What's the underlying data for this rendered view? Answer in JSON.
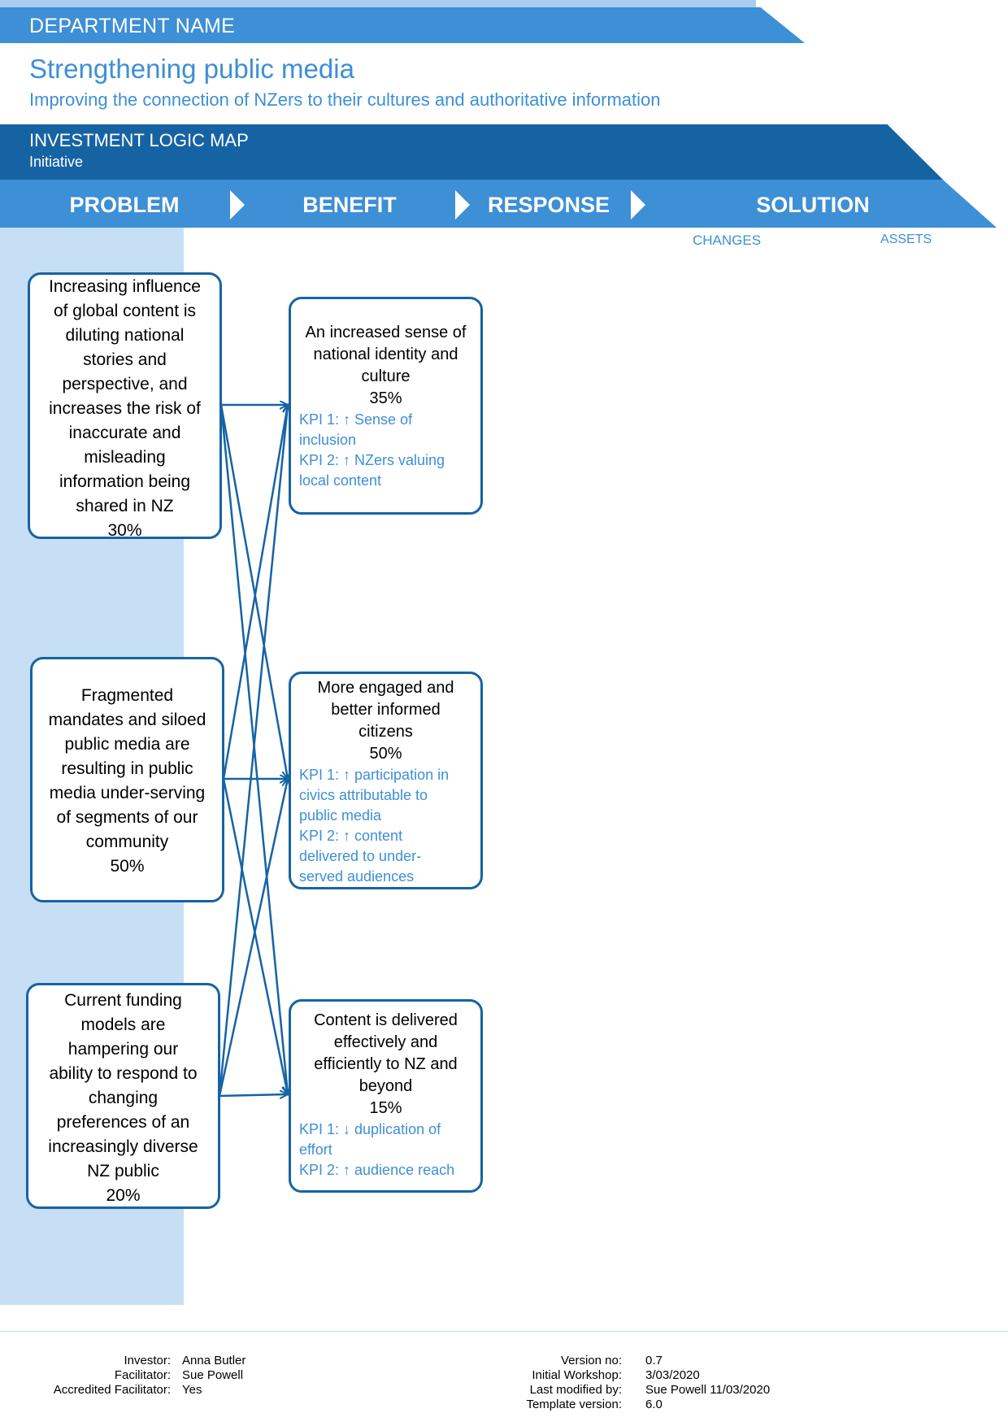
{
  "header": {
    "department": "DEPARTMENT NAME",
    "title": "Strengthening public media",
    "subtitle": "Improving the connection of NZers to their cultures and authoritative information",
    "map_title": "INVESTMENT LOGIC MAP",
    "map_subtitle": "Initiative"
  },
  "columns": {
    "problem": "PROBLEM",
    "benefit": "BENEFIT",
    "response": "RESPONSE",
    "solution": "SOLUTION",
    "changes": "CHANGES",
    "assets": "ASSETS"
  },
  "problems": [
    {
      "lines": [
        "Increasing influence",
        "of global content is",
        "diluting national",
        "stories and",
        "perspective, and",
        "increases the risk of",
        "inaccurate and",
        "misleading",
        "information being",
        "shared in NZ"
      ],
      "percent": "30%"
    },
    {
      "lines": [
        "Fragmented",
        "mandates and siloed",
        "public media are",
        "resulting in public",
        "media under-serving",
        "of segments of our",
        "community"
      ],
      "percent": "50%"
    },
    {
      "lines": [
        "Current funding",
        "models are",
        "hampering our",
        "ability to respond to",
        "changing",
        "preferences of an",
        "increasingly diverse",
        "NZ public"
      ],
      "percent": "20%"
    }
  ],
  "benefits": [
    {
      "lines": [
        "An increased sense of",
        "national identity and",
        "culture"
      ],
      "percent": "35%",
      "kpis": [
        "KPI 1: ↑ Sense of",
        "inclusion",
        "KPI 2: ↑ NZers valuing",
        "local content"
      ]
    },
    {
      "lines": [
        "More engaged and",
        "better informed",
        "citizens"
      ],
      "percent": "50%",
      "kpis": [
        "KPI 1: ↑ participation in",
        "civics attributable to",
        "public media",
        "KPI 2: ↑ content",
        "delivered to under-",
        "served audiences"
      ]
    },
    {
      "lines": [
        "Content is delivered",
        "effectively and",
        "efficiently to NZ and",
        "beyond"
      ],
      "percent": "15%",
      "kpis": [
        "KPI 1: ↓ duplication of",
        "effort",
        "KPI 2: ↑ audience reach"
      ]
    }
  ],
  "footer": {
    "left": [
      {
        "label": "Investor:",
        "value": "Anna Butler"
      },
      {
        "label": "Facilitator:",
        "value": "Sue Powell"
      },
      {
        "label": "Accredited Facilitator:",
        "value": "Yes"
      }
    ],
    "right": [
      {
        "label": "Version no:",
        "value": "0.7"
      },
      {
        "label": "Initial Workshop:",
        "value": "3/03/2020"
      },
      {
        "label": "Last modified by:",
        "value": "Sue Powell 11/03/2020"
      },
      {
        "label": "Template version:",
        "value": "6.0"
      }
    ]
  },
  "colors": {
    "dark_blue": "#1663a4",
    "mid_blue": "#3d8fd6",
    "light_blue": "#c6dff5"
  }
}
